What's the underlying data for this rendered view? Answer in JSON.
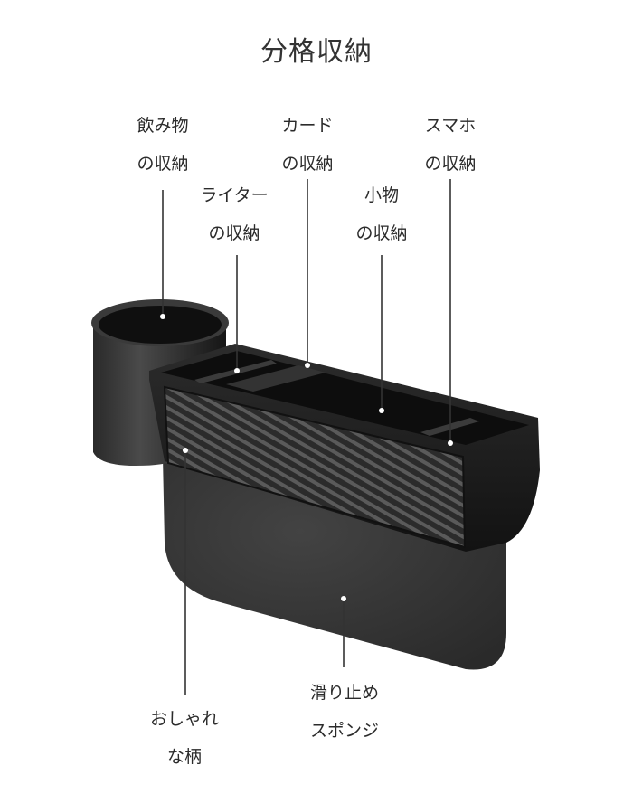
{
  "title": "分格収納",
  "labels": {
    "drink": [
      "飲み物",
      "の収納"
    ],
    "card": [
      "カード",
      "の収納"
    ],
    "phone": [
      "スマホ",
      "の収納"
    ],
    "lighter": [
      "ライター",
      "の収納"
    ],
    "small": [
      "小物",
      "の収納"
    ],
    "handle": [
      "おしゃれ",
      "な柄"
    ],
    "sponge": [
      "滑り止め",
      "スポンジ"
    ]
  },
  "colors": {
    "body": "#1b1b1b",
    "sponge": "#363636",
    "leader": "#333333",
    "carbon": "#2a2a2a"
  }
}
